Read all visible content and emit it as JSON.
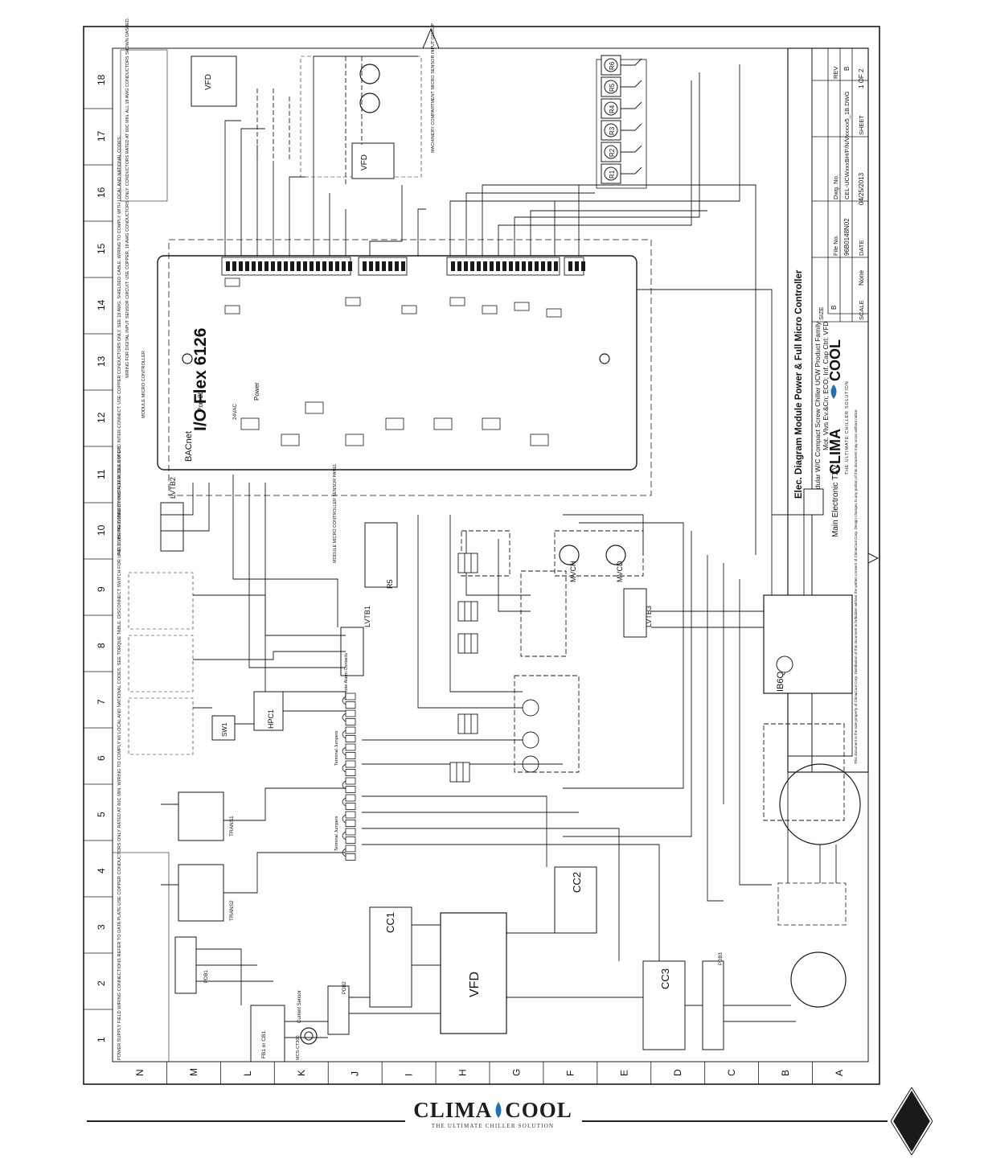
{
  "title_block": {
    "title": "Elec. Diagram Module Power & Full Micro Controller",
    "subtitle1": "Modular W/C Compact Screw Chiller UCW Product Family",
    "subtitle2": "Mot. Vlvs Ev.&Cn; ECO; Inf. Cap Ctrl: VFD",
    "brand_left": "CLIMA",
    "brand_right": "COOL",
    "brand_tagline": "THE ULTIMATE CHILLER SOLUTION",
    "notice": "This document is the sole property of ClimaCool Corp. Distribution of this document is forbidden without the written consent of ClimaCool Corp. Design changes to any portion of this document may occur without notice.",
    "size_label": "SIZE",
    "size_value": "B",
    "file_label": "File No.",
    "file_value": "96B0148N02",
    "dwg_label": "Dwg. No.",
    "dwg_value": "CEL-UCWxxxBH/F/N/Vxxxxx5_1B.DWG",
    "rev_label": "REV",
    "rev_value": "B",
    "scale_label": "SCALE",
    "scale_value": "None",
    "date_label": "DATE",
    "date_value": "04/25/2013",
    "sheet_label": "SHEET",
    "sheet_value": "1 OF 2"
  },
  "grid": {
    "columns": [
      "18",
      "17",
      "16",
      "15",
      "14",
      "13",
      "12",
      "11",
      "10",
      "9",
      "8",
      "7",
      "6",
      "5",
      "4",
      "3",
      "2",
      "1"
    ],
    "rows": [
      "N",
      "M",
      "L",
      "K",
      "J",
      "I",
      "H",
      "G",
      "F",
      "E",
      "D",
      "C",
      "B",
      "A"
    ]
  },
  "controller": {
    "name": "I/O Flex 6126",
    "port_bacnet": "BACnet",
    "port_2b": "Port 2b",
    "power": "Power",
    "label_24vac": "24VAC",
    "note": "MODULE MICRO CONTROLLER",
    "panel_note": "MODULE MICRO CONTROLLER SENSOR PANEL"
  },
  "components": {
    "vfd": "VFD",
    "cc1": "CC1",
    "cc2": "CC2",
    "cc3": "CC3",
    "pdb1": "PDB1",
    "pdb2": "PDB2",
    "pdb3": "PDB3",
    "fb1": "FB1 or CB1",
    "trans1": "TRANS1",
    "trans2": "TRANS2",
    "lvtb1": "LVTB1",
    "lvtb2": "LVTB2",
    "lvtb3": "LVTB3",
    "hpc1": "HPC1",
    "sw1": "SW1",
    "r5": "R5",
    "ib6q": "IB6Q",
    "mvch": "MVCH",
    "mvcd": "MVCD",
    "main_txv": "Main Electronic TXV",
    "current_sensor": "Current Sensor",
    "mcs_ct300": "MCS-CT300",
    "sensor_group": "MACHINERY COMPARTMENT MICRO SENSOR INPUT GROUP",
    "relays": [
      "R1",
      "R2",
      "R3",
      "R4",
      "R5",
      "R6"
    ],
    "terminal_jumpers": "Terminal Jumpers",
    "remote_alarm": "Remote Alarm Contacts"
  },
  "notes": {
    "power_supply": "POWER SUPPLY FIELD WIRING CONNECTIONS REFER TO DATA PLATE USE COPPER CONDUCTORS ONLY RATED AT 60C MIN. WIRING TO COMPLY W/ LOCAL AND NATIONAL CODES. SEE TORQUE TABLE. DISCONNECT SWITCH FOR UNIT TO BE PROVIDED BY INSTALLER. SEE NOTE 3",
    "field_wiring": "FIELD WIRING CONNECTIONS FOR MODULE MICRO INTER-CONNECT. USE COPPER CONDUCTORS ONLY. SEE 18 AWG. SHIELDED CABLE. WIRING TO COMPLY WITH LOCAL AND NATIONAL CODES.",
    "digital_input": "WIRING FOR DIGITAL INPUT SENSOR CIRCUIT: USE COPPER, 18 AWG CONDUCTORS ONLY. CONDUCTORS RATED AT 60C MIN. ALL 18 AWG CONDUCTORS SHOWN DASHED."
  },
  "footer": {
    "brand_left": "CLIMA",
    "brand_right": "COOL",
    "tagline": "THE ULTIMATE CHILLER SOLUTION"
  },
  "colors": {
    "line": "#1a1a1a",
    "accent": "#1f72b8",
    "paper": "#ffffff"
  }
}
